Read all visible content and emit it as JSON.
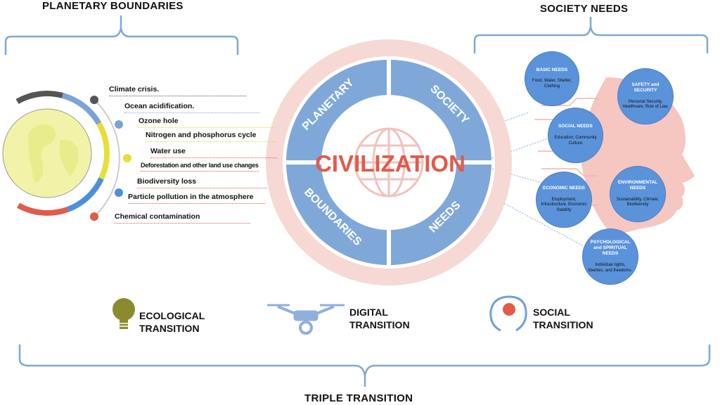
{
  "headers": {
    "planetary_boundaries": "PLANETARY BOUNDARIES",
    "society_needs": "SOCIETY NEEDS",
    "triple_transition": "TRIPLE TRANSITION"
  },
  "boundaries": [
    {
      "label": "Climate crisis.",
      "color": "#555555"
    },
    {
      "label": "Ocean acidification.",
      "color": "#7ba3d8"
    },
    {
      "label": "Ozone hole",
      "color": "#e6d92a"
    },
    {
      "label": "Nitrogen and phosphorus cycle",
      "color": "#e6d92a"
    },
    {
      "label": "Water use",
      "color": "#e05a4a"
    },
    {
      "label": "Deforestation and other land use changes",
      "color": "#e05a4a"
    },
    {
      "label": "Biodiversity loss",
      "color": "#e05a4a"
    },
    {
      "label": "Particle pollution in the atmosphere",
      "color": "#e05a4a"
    },
    {
      "label": "Chemical contamination",
      "color": "#e05a4a"
    }
  ],
  "center": {
    "title": "CIVILIZATION",
    "quadrants": [
      "PLANETARY",
      "SOCIETY",
      "BOUNDARIES",
      "NEEDS"
    ]
  },
  "needs": [
    {
      "title": "BASIC NEEDS",
      "desc": "Food, Water, Shelter, Clothing"
    },
    {
      "title": "SAFETY and SECURITY",
      "desc": "Personal Security, Healthcare, Rule of Law."
    },
    {
      "title": "SOCIAL  NEEDS",
      "desc": "Education, Community Culture"
    },
    {
      "title": "ENVIRONMENTAL NEEDS",
      "desc": "Sustainability, Climate, Biodiversity"
    },
    {
      "title": "ECONOMIC  NEEDS",
      "desc": "Employment, Infrastructure, Economic Stability"
    },
    {
      "title": "PSYCHOLOGICAL and SPIRITUAL NEEDS",
      "desc": "Individual rights, liberties, and freedoms."
    }
  ],
  "transitions": [
    {
      "line1": "ECOLOGICAL",
      "line2": "TRANSITION"
    },
    {
      "line1": "DIGITAL",
      "line2": "TRANSITION"
    },
    {
      "line1": "SOCIAL",
      "line2": "TRANSITION"
    }
  ],
  "colors": {
    "ring": "#f6d8d4",
    "quadrant": "#7fa8d8",
    "accent": "#e25a4a",
    "bracket": "#7fa8d8"
  }
}
